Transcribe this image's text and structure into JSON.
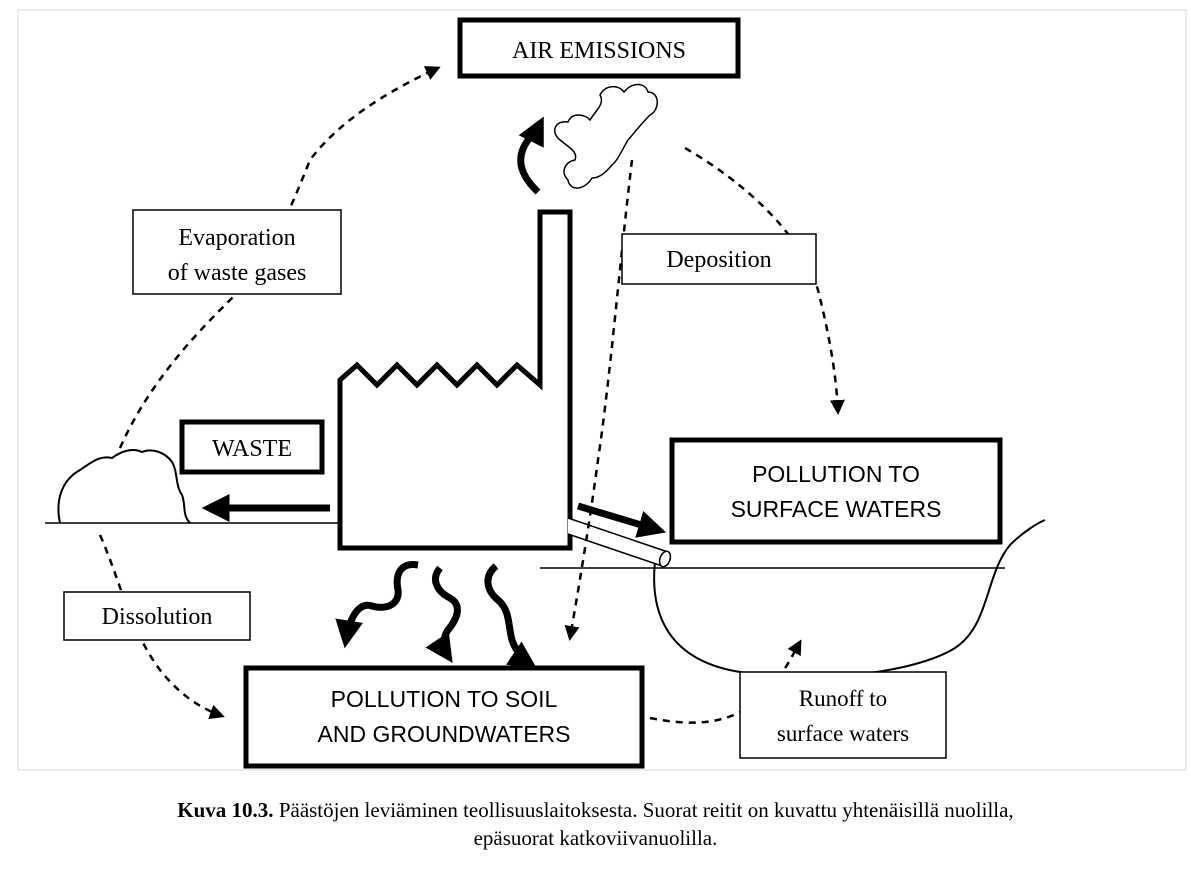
{
  "labels": {
    "air_emissions": "AIR EMISSIONS",
    "evaporation_line1": "Evaporation",
    "evaporation_line2": "of waste gases",
    "deposition": "Deposition",
    "waste": "WASTE",
    "surface_waters_line1": "POLLUTION TO",
    "surface_waters_line2": "SURFACE WATERS",
    "dissolution": "Dissolution",
    "soil_line1": "POLLUTION TO SOIL",
    "soil_line2": "AND GROUNDWATERS",
    "runoff_line1": "Runoff to",
    "runoff_line2": "surface waters"
  },
  "caption": {
    "number": "Kuva 10.3.",
    "text": " Päästöjen leviäminen teollisuuslaitoksesta. Suorat reitit on kuvattu yhtenäisillä nuolilla,",
    "text_line2": "epäsuorat katkoviivanuolilla."
  }
}
